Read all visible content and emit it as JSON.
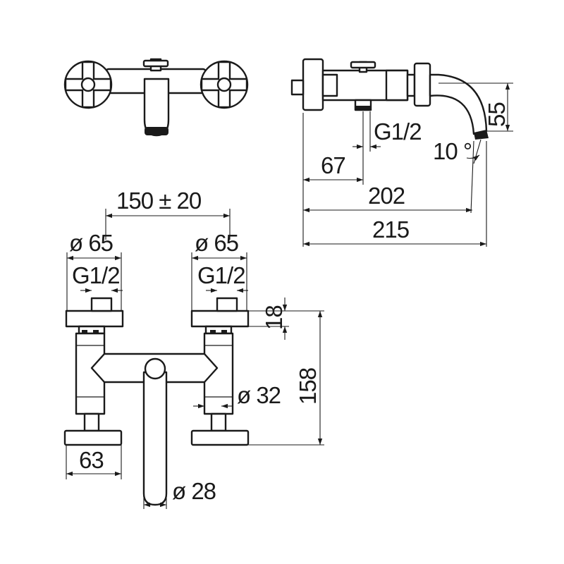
{
  "dimensions": {
    "pipe_left": "G1/2",
    "pipe_right": "G1/2",
    "pipe_side": "G1/2",
    "side_67": "67",
    "side_202": "202",
    "side_215": "215",
    "side_55": "55",
    "side_angle": "10 °",
    "spacing": "150 ± 20",
    "dia_left": "ø 65",
    "dia_right": "ø 65",
    "height_18": "18",
    "height_158": "158",
    "dia_32": "ø 32",
    "width_63": "63",
    "dia_28": "ø 28"
  },
  "pipe_parts": {
    "g": "G",
    "one": "1",
    "slash": "/",
    "two": "2"
  }
}
